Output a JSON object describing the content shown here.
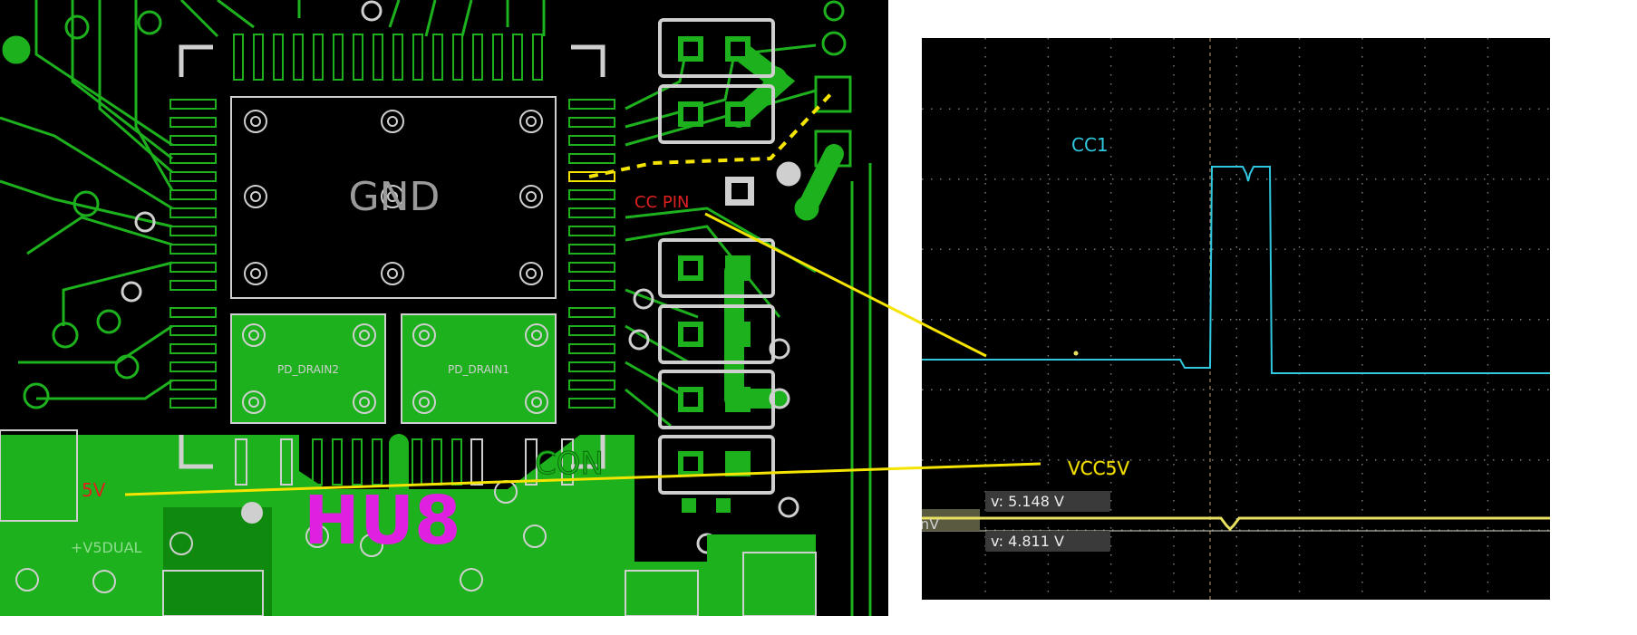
{
  "pcb": {
    "gnd_label": "GND",
    "pad_label_1": "PD_DRAIN2",
    "pad_label_2": "PD_DRAIN1",
    "refdes": "U8",
    "refdes_prefix": "H",
    "con_label": "CON",
    "net_label": "+V5DUAL",
    "cc_pin_label": "CC PIN",
    "five_v_label": "5V"
  },
  "scope": {
    "cc1_label": "CC1",
    "vcc_label": "VCC5V",
    "readout_high": "v: 5.148 V",
    "readout_low": "v: 4.811 V",
    "left_stub": "nV"
  },
  "colors": {
    "pcb_bg": "#000000",
    "trace": "#1db11d",
    "silk": "#d8d8d8",
    "label_red": "#e02020",
    "refdes_magenta": "#e020e0",
    "callout_yellow": "#f5e400",
    "cc1_cyan": "#30c8e0",
    "vcc_yellow": "#e8e060",
    "scope_bg": "#000000",
    "grid_dot": "#7a7a7a"
  }
}
